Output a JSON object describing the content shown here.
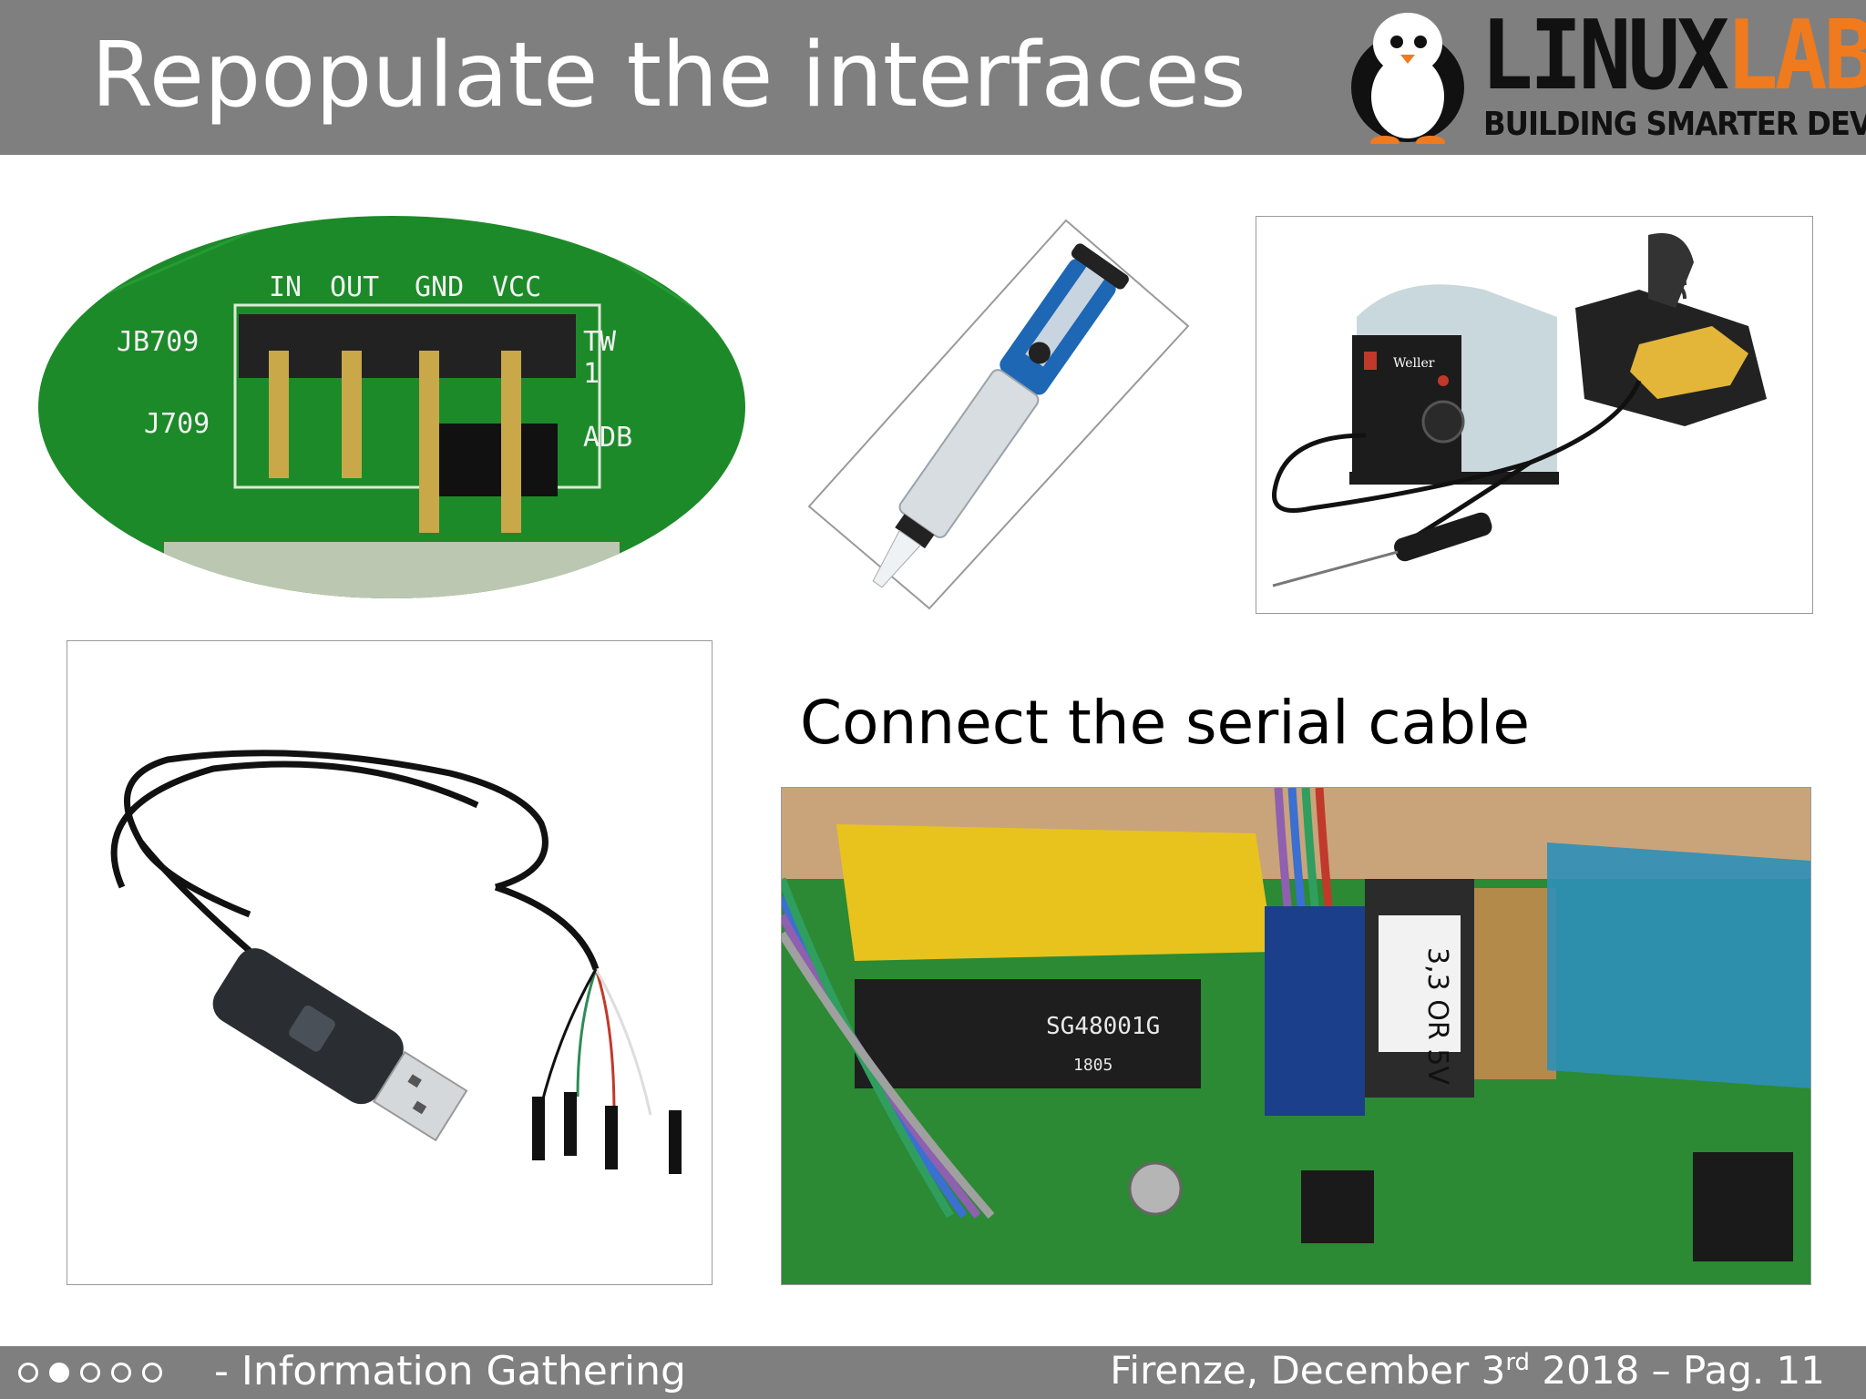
{
  "header": {
    "title": "Repopulate the interfaces",
    "logo": {
      "word_dark": "LINUX",
      "word_accent": "LAB",
      "tagline": "BUILDING SMARTER DEVICES"
    }
  },
  "photos": {
    "pcb_header": {
      "labels": [
        "IN",
        "OUT",
        "GND",
        "VCC",
        "JB709",
        "J709",
        "TW",
        "1",
        "ADB"
      ]
    },
    "desoldering_pump": {},
    "soldering_station": {
      "brand": "Weller"
    },
    "usb_serial_cable": {},
    "serial_connection": {
      "chip_label": "SG48001G",
      "chip_code": "1805",
      "handwritten": "3,3 OR 5V"
    }
  },
  "main": {
    "subtitle": "Connect the serial cable"
  },
  "footer": {
    "section": "- Information Gathering",
    "location_date": "Firenze, December 3",
    "date_sup": "rd",
    "year_page": " 2018 – Pag. 11",
    "progress": {
      "total": 5,
      "active_index": 1
    }
  },
  "colors": {
    "header_bg": "#7f7f7f",
    "accent": "#f07a1e",
    "pcb_green": "#1f8a2c"
  }
}
